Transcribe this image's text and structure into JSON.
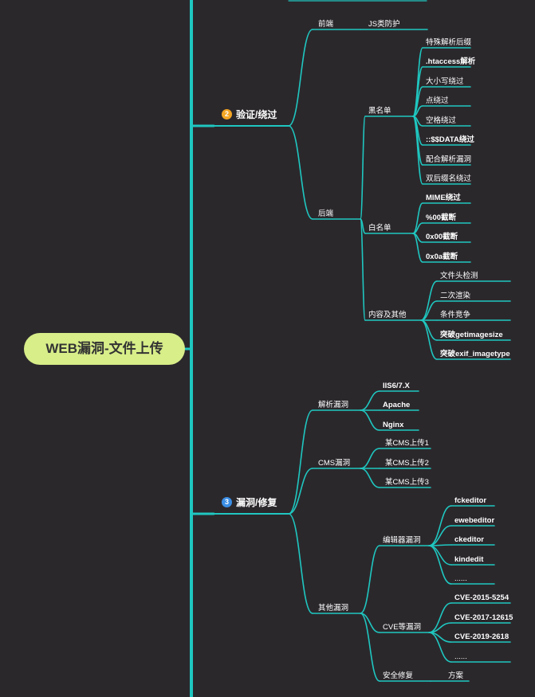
{
  "root": {
    "title": "WEB漏洞-文件上传"
  },
  "colors": {
    "background": "#2b282c",
    "line": "#1fc7c0",
    "root_fill": "#d7ee89",
    "badge2": "#f5a623",
    "badge3": "#3b8fe6"
  },
  "sections": [
    {
      "badge": "2",
      "title": "验证/绕过",
      "children": [
        {
          "label": "前端",
          "children": [
            {
              "label": "JS类防护"
            }
          ]
        },
        {
          "label": "后端",
          "children": [
            {
              "label": "黑名单",
              "children": [
                {
                  "label": "特殊解析后缀"
                },
                {
                  "label": ".htaccess解析"
                },
                {
                  "label": "大小写绕过"
                },
                {
                  "label": "点绕过"
                },
                {
                  "label": "空格绕过"
                },
                {
                  "label": "::$$DATA绕过"
                },
                {
                  "label": "配合解析漏洞"
                },
                {
                  "label": "双后缀名绕过"
                }
              ]
            },
            {
              "label": "白名单",
              "children": [
                {
                  "label": "MIME绕过"
                },
                {
                  "label": "%00截断"
                },
                {
                  "label": "0x00截断"
                },
                {
                  "label": "0x0a截断"
                }
              ]
            },
            {
              "label": "内容及其他",
              "children": [
                {
                  "label": "文件头检测"
                },
                {
                  "label": "二次渲染"
                },
                {
                  "label": "条件竞争"
                },
                {
                  "label": "突破getimagesize"
                },
                {
                  "label": "突破exif_imagetype"
                }
              ]
            }
          ]
        }
      ]
    },
    {
      "badge": "3",
      "title": "漏洞/修复",
      "children": [
        {
          "label": "解析漏洞",
          "children": [
            {
              "label": "IIS6/7.X"
            },
            {
              "label": "Apache"
            },
            {
              "label": "Nginx"
            }
          ]
        },
        {
          "label": "CMS漏洞",
          "children": [
            {
              "label": "某CMS上传1"
            },
            {
              "label": "某CMS上传2"
            },
            {
              "label": "某CMS上传3"
            }
          ]
        },
        {
          "label": "其他漏洞",
          "children": [
            {
              "label": "编辑器漏洞",
              "children": [
                {
                  "label": "fckeditor"
                },
                {
                  "label": "ewebeditor"
                },
                {
                  "label": "ckeditor"
                },
                {
                  "label": "kindedit"
                },
                {
                  "label": "......"
                }
              ]
            },
            {
              "label": "CVE等漏洞",
              "children": [
                {
                  "label": "CVE-2015-5254"
                },
                {
                  "label": "CVE-2017-12615"
                },
                {
                  "label": "CVE-2019-2618"
                },
                {
                  "label": "......"
                }
              ]
            },
            {
              "label": "安全修复",
              "children": [
                {
                  "label": "方案"
                }
              ]
            }
          ]
        }
      ]
    }
  ]
}
